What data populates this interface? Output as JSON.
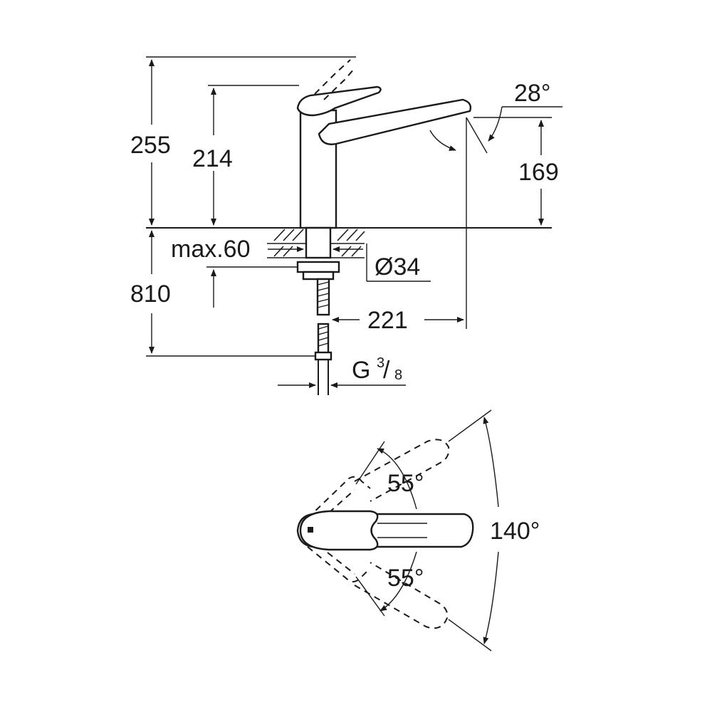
{
  "side_view": {
    "dim_total_height": "255",
    "dim_lever_height": "214",
    "dim_spout_height": "169",
    "dim_spout_angle": "28°",
    "dim_max_thickness": "max.60",
    "dim_hole_diameter": "Ø34",
    "dim_hose_length": "810",
    "dim_spout_reach": "221",
    "connection_prefix": "G",
    "connection_num": "3",
    "connection_den": "8"
  },
  "top_view": {
    "swivel_upper": "55°",
    "swivel_lower": "55°",
    "swivel_total": "140°"
  }
}
